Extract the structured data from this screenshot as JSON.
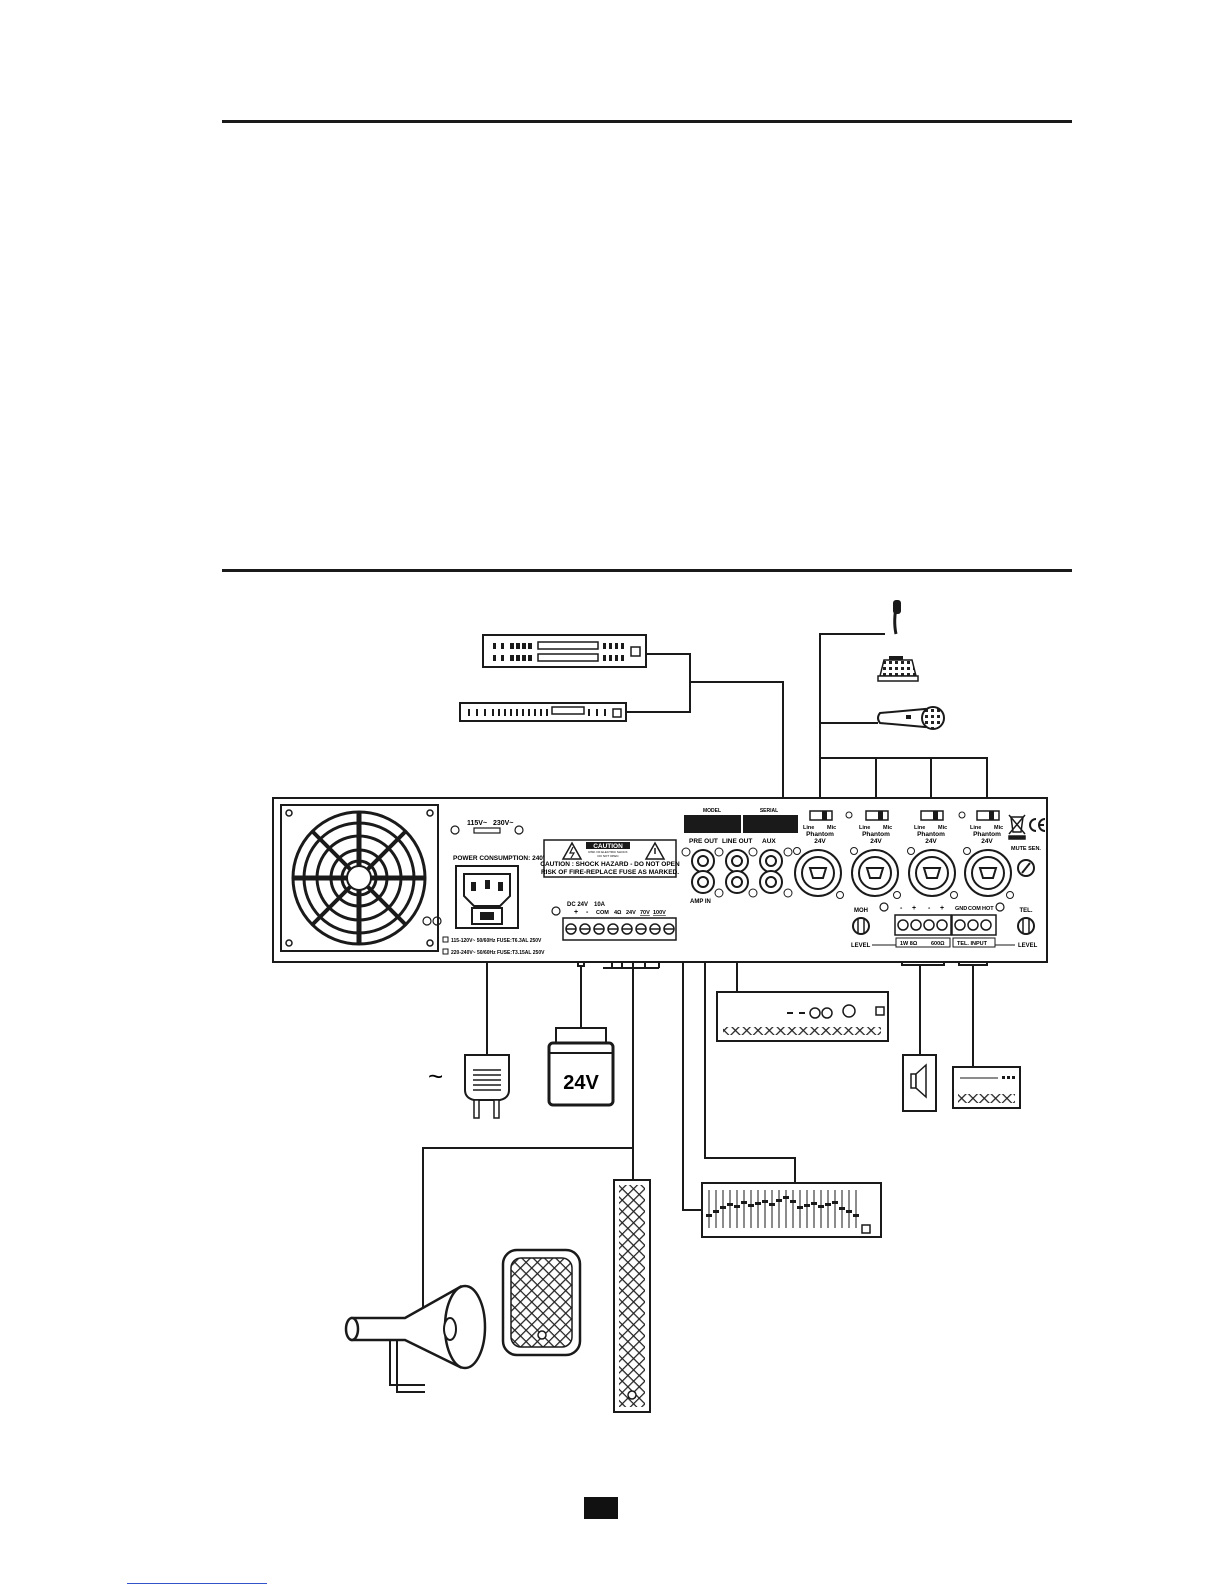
{
  "amplifier": {
    "voltage_selector": {
      "v115": "115V~",
      "v230": "230V~"
    },
    "power_consumption": "POWER CONSUMPTION: 240W",
    "fuse_notes": [
      "115-120V~ 50/60Hz FUSE:T6.3AL 250V",
      "220-240V~ 50/60Hz FUSE:T3.15AL 250V"
    ],
    "caution": {
      "title": "CAUTION",
      "subtitle": "RISK OF ELECTRIC SHOCK",
      "subtitle2": "DO NOT OPEN",
      "line1": "CAUTION : SHOCK HAZARD - DO NOT OPEN",
      "line2": "RISK OF FIRE-REPLACE FUSE AS MARKED."
    },
    "terminals": {
      "dc": "DC 24V",
      "amp": "10A",
      "plus": "+",
      "minus": "-",
      "com": "COM",
      "ohm4": "4Ω",
      "v24": "24V",
      "v70": "70V",
      "v100": "100V"
    },
    "model_label": "MODEL",
    "serial_label": "SERIAL",
    "jacks": {
      "pre_out": "PRE OUT",
      "line_out": "LINE OUT",
      "aux": "AUX",
      "amp_in": "AMP IN"
    },
    "channel_switch": {
      "line": "Line",
      "mic": "Mic",
      "phantom": "Phantom",
      "voltage": "24V"
    },
    "mute_sen": "MUTE SEN.",
    "moh": "MOH",
    "tel": "TEL.",
    "level": "LEVEL",
    "moh_signs": [
      "-",
      "+",
      "-",
      "+"
    ],
    "moh_terminal": "1W 8Ω",
    "moh_ohm600": "600Ω",
    "tel_terms": [
      "GND",
      "COM",
      "HOT"
    ],
    "tel_input": "TEL. INPUT"
  },
  "devices": {
    "power_supply": "24V",
    "ac_symbol": "~"
  }
}
